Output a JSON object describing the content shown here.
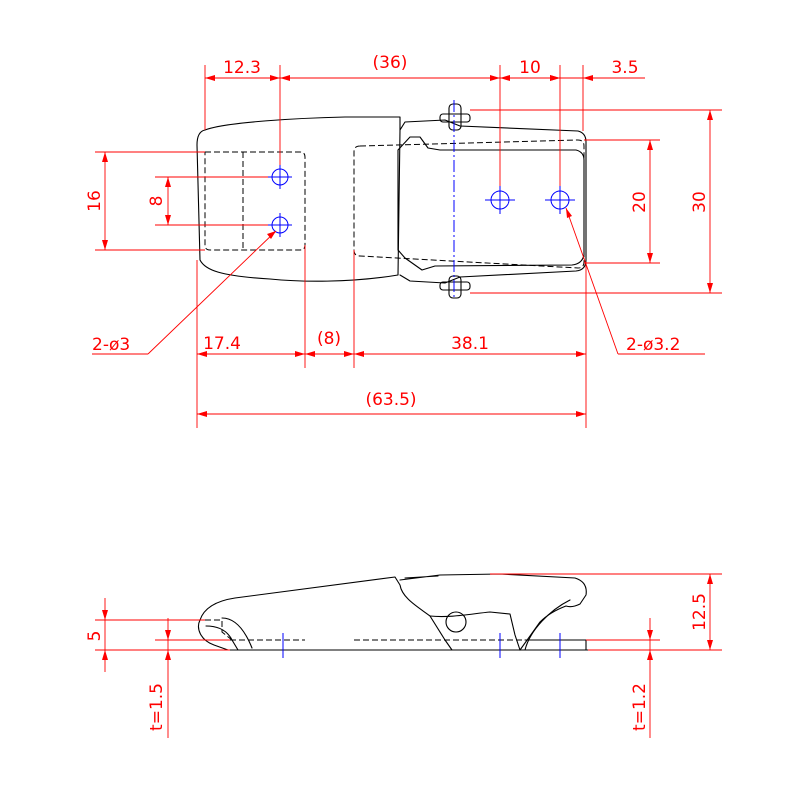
{
  "top_view": {
    "dims": {
      "d_12_3": "12.3",
      "d_36": "(36)",
      "d_10": "10",
      "d_3_5": "3.5",
      "d_16": "16",
      "d_8v": "8",
      "d_20": "20",
      "d_30": "30",
      "d_17_4": "17.4",
      "d_8h": "(8)",
      "d_38_1": "38.1",
      "d_63_5": "(63.5)"
    },
    "holes_left_callout": "2-ø3",
    "holes_right_callout": "2-ø3.2"
  },
  "side_view": {
    "dims": {
      "d_5": "5",
      "d_12_5": "12.5",
      "t_left": "t=1.5",
      "t_right": "t=1.2"
    }
  },
  "colors": {
    "outline": "#000000",
    "dimension": "#ff0000",
    "centerline": "#0000ff"
  }
}
